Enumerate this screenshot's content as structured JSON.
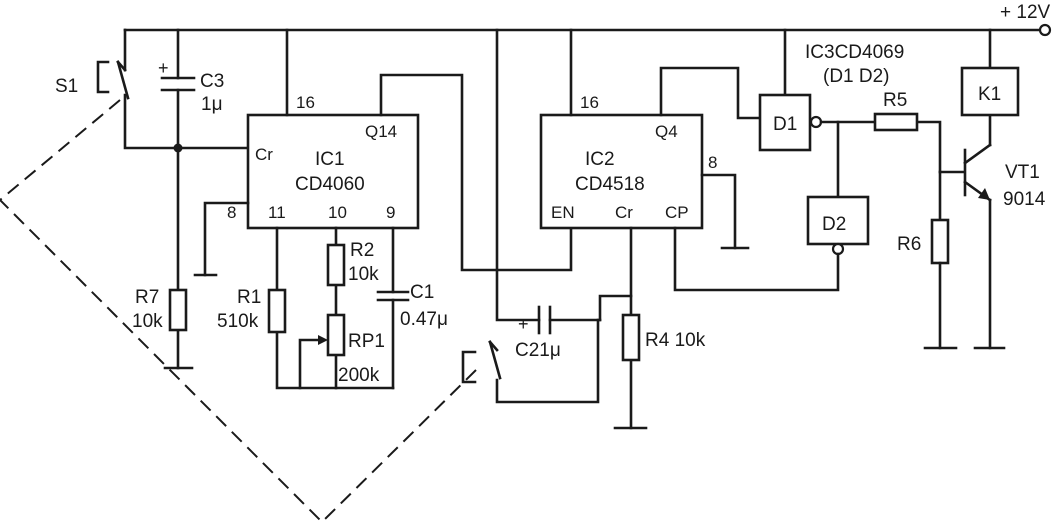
{
  "supply": {
    "label": "+ 12V"
  },
  "ic1": {
    "name": "IC1",
    "part": "CD4060",
    "pin_vdd": "16",
    "pin_cr": "Cr",
    "pin_q14": "Q14",
    "pin_gnd": "8",
    "pin_11": "11",
    "pin_10": "10",
    "pin_9": "9"
  },
  "ic2": {
    "name": "IC2",
    "part": "CD4518",
    "pin_vdd": "16",
    "pin_q4": "Q4",
    "pin_gnd": "8",
    "pin_en": "EN",
    "pin_cr": "Cr",
    "pin_cp": "CP"
  },
  "ic3": {
    "title": "IC3CD4069",
    "gates": "(D1 D2)",
    "gate1": "D1",
    "gate2": "D2"
  },
  "components": {
    "s1": "S1",
    "c3_plus": "+",
    "c3": "C3",
    "c3_value": "1μ",
    "r7": "R7",
    "r7_value": "10k",
    "r1": "R1",
    "r1_value": "510k",
    "r2": "R2",
    "r2_value": "10k",
    "rp1": "RP1",
    "rp1_value": "200k",
    "c1": "C1",
    "c1_value": "0.47μ",
    "c2_plus": "+",
    "c2": "C21μ",
    "r4": "R4 10k",
    "r5": "R5",
    "r6": "R6",
    "k1": "K1",
    "vt1": "VT1",
    "vt1_value": "9014"
  }
}
